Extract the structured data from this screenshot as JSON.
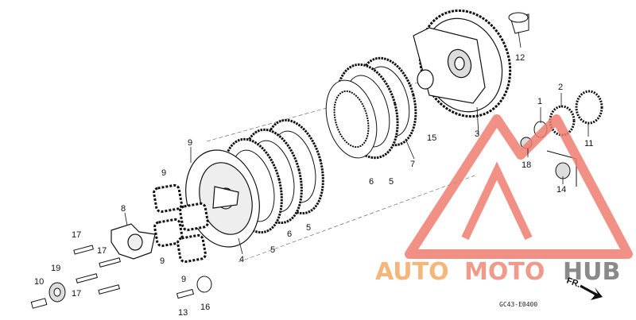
{
  "diagram": {
    "callouts": [
      "1",
      "2",
      "3",
      "4",
      "5",
      "5",
      "5",
      "6",
      "6",
      "7",
      "8",
      "9",
      "9",
      "9",
      "9",
      "10",
      "11",
      "12",
      "13",
      "14",
      "15",
      "16",
      "17",
      "17",
      "17",
      "18",
      "19"
    ],
    "part_code": "GC43-E0400",
    "direction_label": "FR."
  },
  "watermark": {
    "word_1": "AUTO",
    "word_2": "MOTO",
    "word_3": "HUB",
    "colors": {
      "auto": "#f4b67a",
      "moto": "#f09a8c",
      "hub": "#8a8a8a",
      "triangle": "#ee7d70"
    }
  }
}
